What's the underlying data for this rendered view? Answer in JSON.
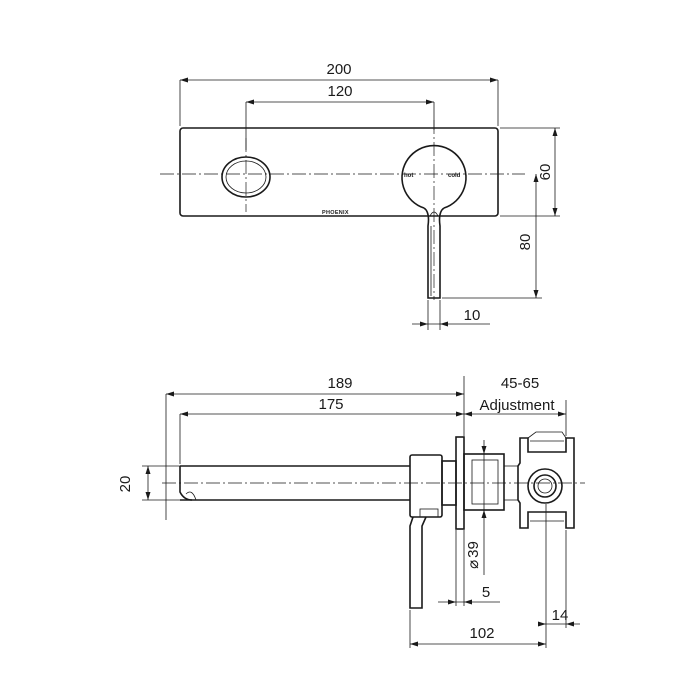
{
  "front_view": {
    "dims": {
      "overall_width": "200",
      "hole_spacing": "120",
      "plate_height": "60",
      "spout_drop": "80",
      "spout_width": "10"
    },
    "labels": {
      "hot": "hot",
      "cold": "cold",
      "brand": "PHOENIX"
    }
  },
  "side_view": {
    "dims": {
      "overall_length": "189",
      "spout_length": "175",
      "adjust_range": "45-65",
      "adjust_label": "Adjustment",
      "spout_height": "20",
      "diameter_symbol": "⌀",
      "diameter": "39",
      "plate_thickness": "5",
      "rear_offset": "14",
      "body_depth": "102"
    }
  }
}
